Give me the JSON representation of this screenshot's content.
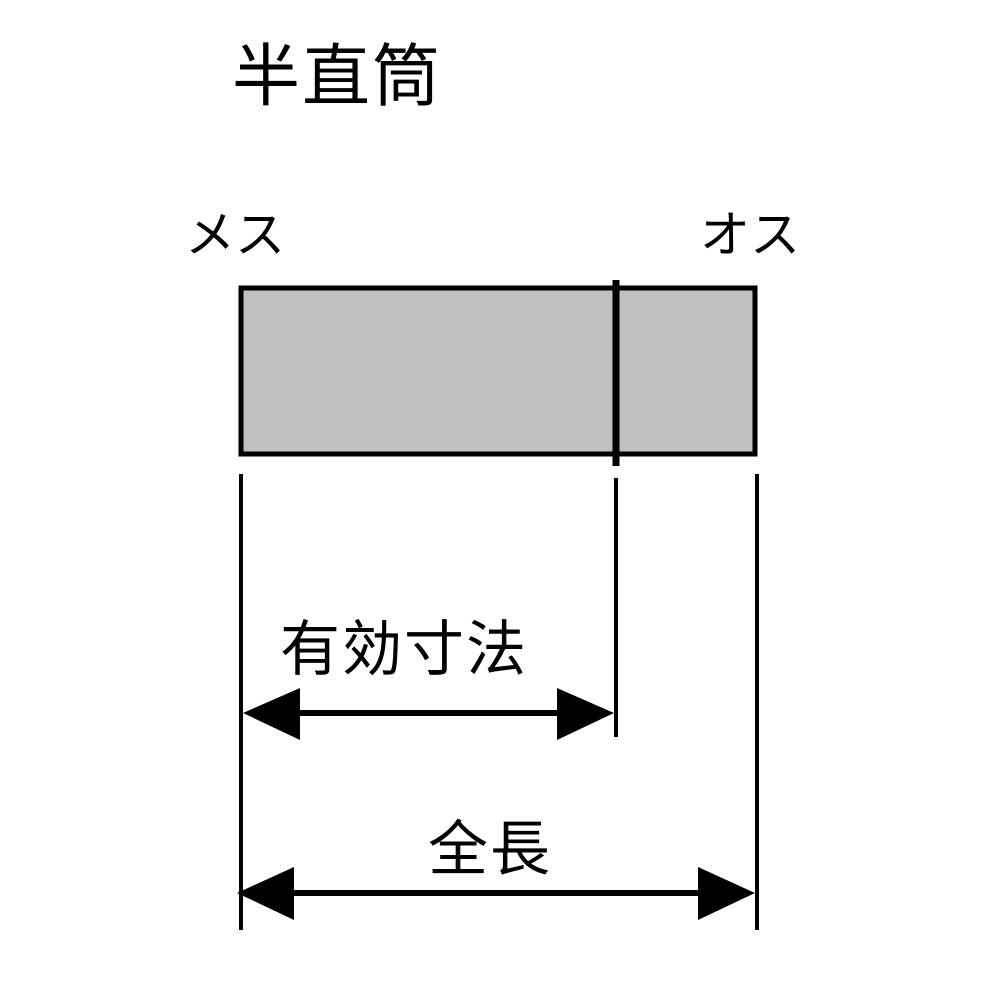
{
  "title": "半直筒",
  "ends": {
    "female_label": "メス",
    "male_label": "オス"
  },
  "dimensions": {
    "effective_length_label": "有効寸法",
    "total_length_label": "全長"
  },
  "colors": {
    "pipe_fill": "#c0c0c0",
    "stroke": "#000000",
    "background": "#ffffff"
  }
}
